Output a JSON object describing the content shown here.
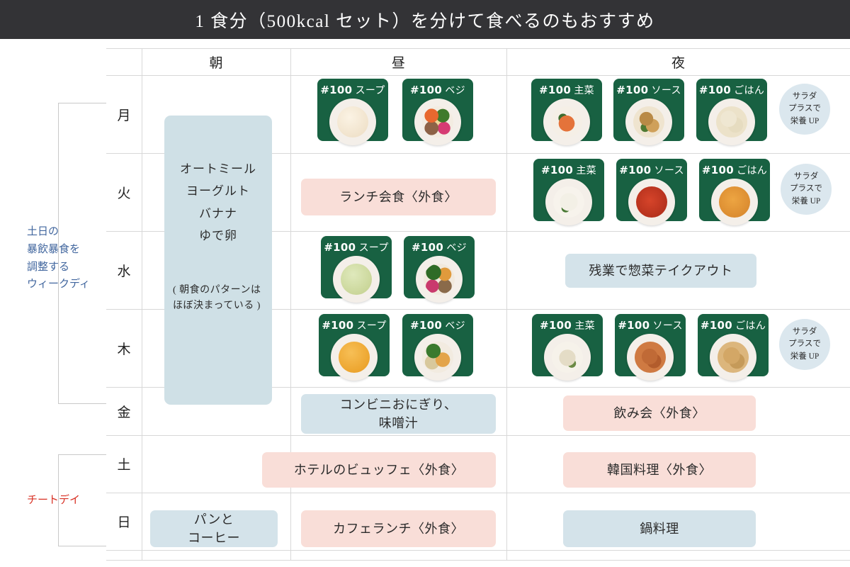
{
  "header": {
    "title": "1 食分（500kcal セット）を分けて食べるのもおすすめ"
  },
  "columns": {
    "morning": "朝",
    "noon": "昼",
    "night": "夜"
  },
  "side_labels": {
    "weekday": "土日の\n暴飲暴食を\n調整する\nウィークディ",
    "weekday_line1": "土日の",
    "weekday_line2": "暴飲暴食を",
    "weekday_line3": "調整する",
    "weekday_line4": "ウィークディ",
    "cheat": "チートデイ"
  },
  "days": {
    "mon": "月",
    "tue": "火",
    "wed": "水",
    "thu": "木",
    "fri": "金",
    "sat": "土",
    "sun": "日"
  },
  "breakfast_block": {
    "line1": "オートミール",
    "line2": "ヨーグルト",
    "line3": "バナナ",
    "line4": "ゆで卵",
    "note": "( 朝食のパターンはほぼ決まっている )"
  },
  "meal_cards": {
    "mon_lunch": [
      {
        "hash": "#100",
        "name": "スープ",
        "food": "cream-soup"
      },
      {
        "hash": "#100",
        "name": "ベジ",
        "food": "vegetable-plate"
      }
    ],
    "mon_dinner": [
      {
        "hash": "#100",
        "name": "主菜",
        "food": "salmon-main"
      },
      {
        "hash": "#100",
        "name": "ソース",
        "food": "stirfry-sauce"
      },
      {
        "hash": "#100",
        "name": "ごはん",
        "food": "mixed-rice"
      }
    ],
    "tue_dinner": [
      {
        "hash": "#100",
        "name": "主菜",
        "food": "white-fish-main"
      },
      {
        "hash": "#100",
        "name": "ソース",
        "food": "tomato-sauce"
      },
      {
        "hash": "#100",
        "name": "ごはん",
        "food": "orange-rice"
      }
    ],
    "wed_lunch": [
      {
        "hash": "#100",
        "name": "スープ",
        "food": "green-soup"
      },
      {
        "hash": "#100",
        "name": "ベジ",
        "food": "vegetable-plate-2"
      }
    ],
    "thu_lunch": [
      {
        "hash": "#100",
        "name": "スープ",
        "food": "pumpkin-soup"
      },
      {
        "hash": "#100",
        "name": "ベジ",
        "food": "vegetable-plate-3"
      }
    ],
    "thu_dinner": [
      {
        "hash": "#100",
        "name": "主菜",
        "food": "chicken-main"
      },
      {
        "hash": "#100",
        "name": "ソース",
        "food": "meat-sauce"
      },
      {
        "hash": "#100",
        "name": "ごはん",
        "food": "brown-rice"
      }
    ]
  },
  "salad_badge": {
    "line1": "サラダ",
    "line2": "プラスで",
    "line3": "栄養 UP"
  },
  "tags": {
    "tue_lunch": "ランチ会食〈外食〉",
    "wed_dinner": "残業で惣菜テイクアウト",
    "fri_lunch_l1": "コンビニおにぎり、",
    "fri_lunch_l2": "味噌汁",
    "fri_dinner": "飲み会〈外食〉",
    "sat_lunch": "ホテルのビュッフェ〈外食〉",
    "sat_dinner": "韓国料理〈外食〉",
    "sun_morning_l1": "パンと",
    "sun_morning_l2": "コーヒー",
    "sun_lunch": "カフェランチ〈外食〉",
    "sun_dinner": "鍋料理"
  },
  "colors": {
    "header_bg": "#333336",
    "card_green": "#186142",
    "pill_pink": "#f9ded8",
    "pill_blue": "#d4e3ea",
    "breakfast_bg": "#cfe0e6",
    "weekday_label": "#41669e",
    "cheat_label": "#d83024",
    "badge_bg": "#dbe7ee"
  }
}
